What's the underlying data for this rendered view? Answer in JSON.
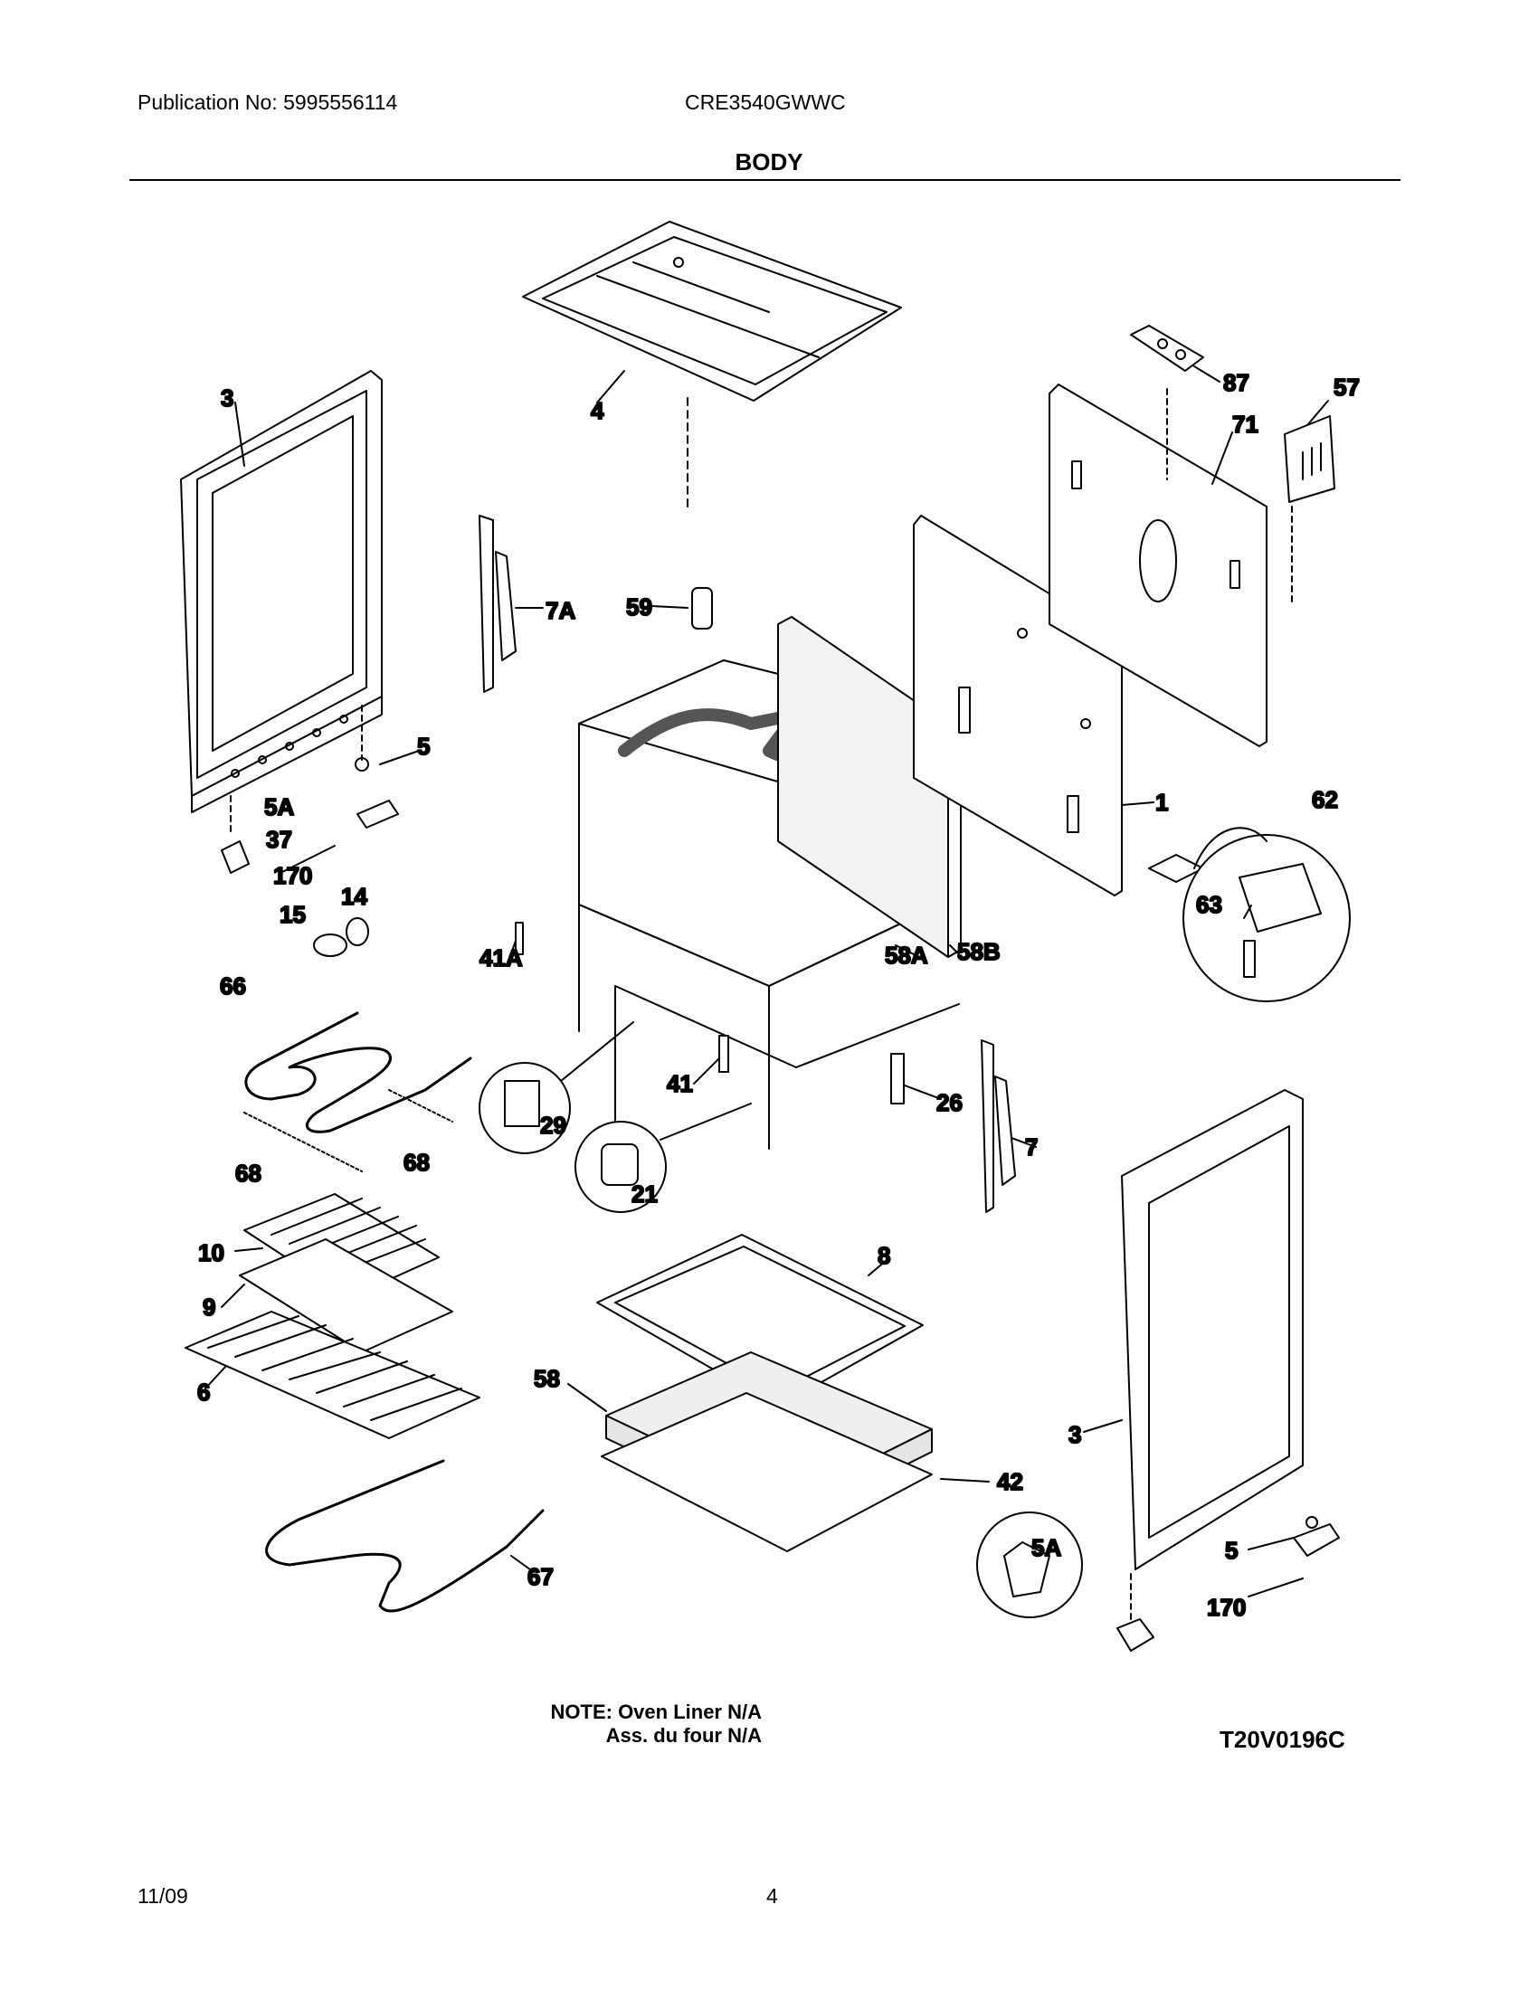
{
  "header": {
    "publication": "Publication No: 5995556114",
    "model": "CRE3540GWWC",
    "section_title": "BODY"
  },
  "callouts": [
    "3",
    "4",
    "87",
    "57",
    "71",
    "7A",
    "59",
    "5",
    "5A",
    "37",
    "170",
    "14",
    "15",
    "1",
    "62",
    "63",
    "41A",
    "58A",
    "58B",
    "66",
    "29",
    "41",
    "26",
    "7",
    "21",
    "68",
    "68",
    "10",
    "8",
    "9",
    "6",
    "58",
    "3",
    "42",
    "5A",
    "5",
    "170",
    "67"
  ],
  "note": {
    "line1": "NOTE: Oven Liner N/A",
    "line2": "Ass. du four N/A"
  },
  "diagram_code": "T20V0196C",
  "footer": {
    "date": "11/09",
    "page": "4"
  }
}
